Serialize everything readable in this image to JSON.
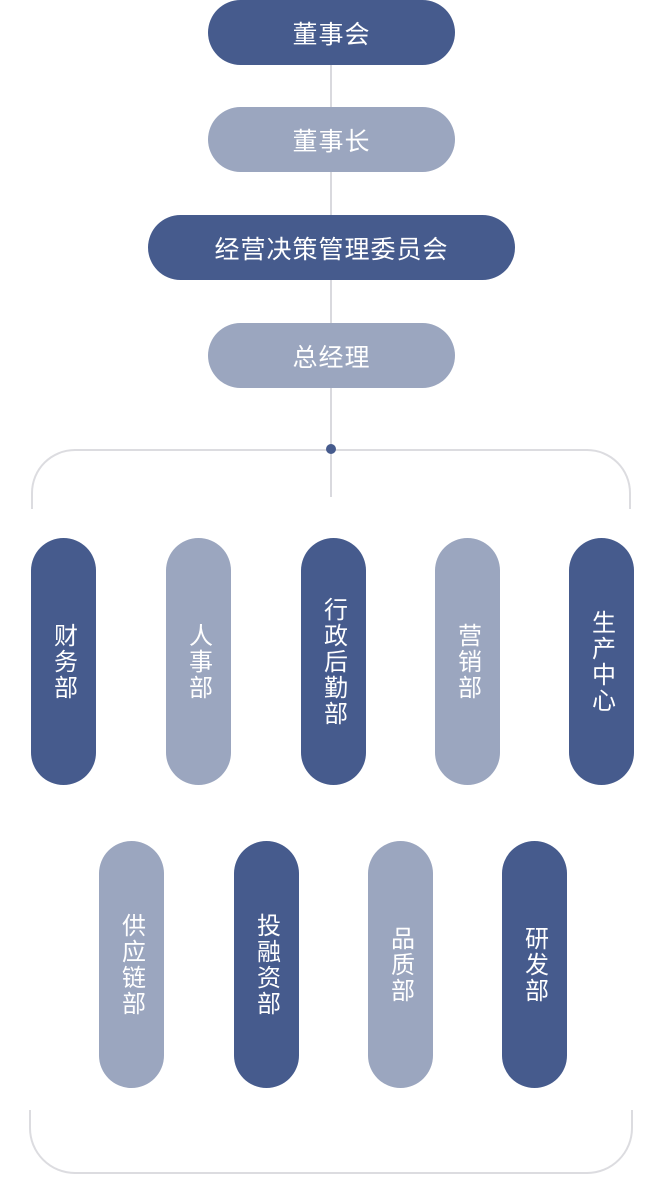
{
  "hierarchy": {
    "board": "董事会",
    "chairman": "董事长",
    "committee": "经营决策管理委员会",
    "general_manager": "总经理"
  },
  "departments_row1": [
    "财务部",
    "人事部",
    "行政后勤部",
    "营销部",
    "生产中心"
  ],
  "departments_row2": [
    "供应链部",
    "投融资部",
    "品质部",
    "研发部"
  ],
  "colors": {
    "dark": "#465b8d",
    "light": "#9ba6bf",
    "connector": "#d9d9de"
  }
}
